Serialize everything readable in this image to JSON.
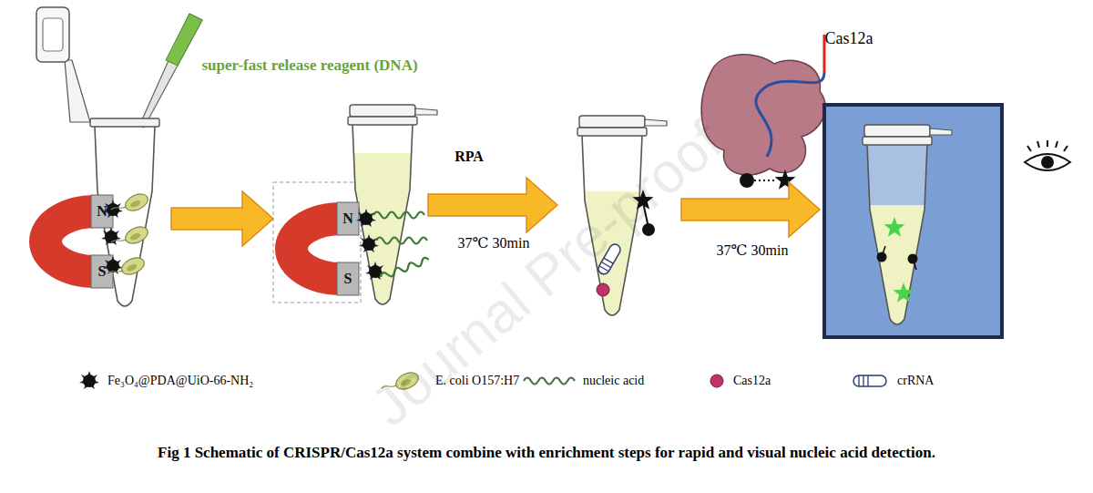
{
  "diagram": {
    "caption": "Fig 1 Schematic of CRISPR/Cas12a system combine with enrichment steps for rapid and visual nucleic acid detection.",
    "labels": [
      "super-fast release reagent (DNA)",
      "N",
      "S",
      "N",
      "S",
      "RPA",
      "37℃ 30min",
      "37℃ 30min",
      "Cas12a",
      "Journal Pre-proof"
    ],
    "legend": [
      {
        "text": "Fe₃O₄@PDA@UiO-66-NH₂"
      },
      {
        "text": "E. coli O157:H7"
      },
      {
        "text": "nucleic acid"
      },
      {
        "text": "Cas12a"
      },
      {
        "text": "crRNA"
      }
    ]
  }
}
